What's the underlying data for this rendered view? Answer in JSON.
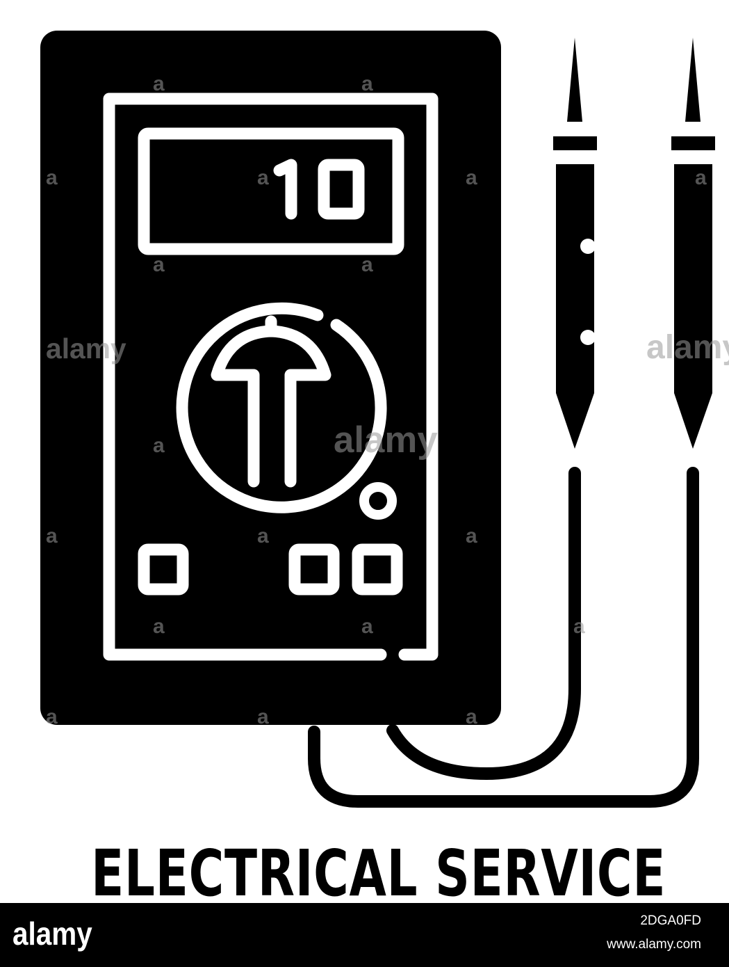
{
  "caption": "ELECTRICAL SERVICE",
  "display_reading": "10",
  "icon": "multimeter-icon",
  "watermark": "alamy",
  "footer": {
    "brand": "alamy",
    "image_id": "2DGA0FD",
    "url": "www.alamy.com"
  },
  "colors": {
    "ink": "#000000",
    "paper": "#ffffff",
    "watermark": "#9a9a9a"
  }
}
